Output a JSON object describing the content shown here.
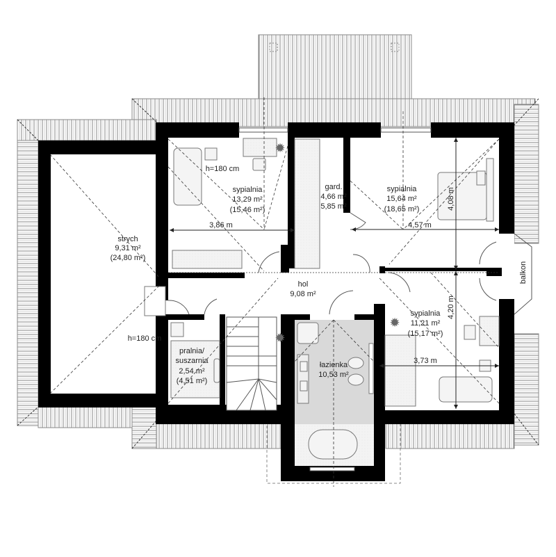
{
  "plan": {
    "title": "Floor plan - attic level",
    "colors": {
      "wall": "#000000",
      "roof_hatch": "#555555",
      "roof_hatch_light": "#c8c8c8",
      "bathroom_fill": "#d9d9d9",
      "furniture": "#f2f2f2",
      "dashed": "#333333"
    }
  },
  "rooms": {
    "strych": {
      "name": "strych",
      "area": "9,31 m²",
      "area_total": "(24,80 m²)",
      "note": "h=180 cm"
    },
    "sypialnia_nw": {
      "name": "sypialnia",
      "area": "13,29 m²",
      "area_total": "(15,46 m²)",
      "note": "h=180 cm",
      "width": "3,86 m"
    },
    "gard": {
      "name": "gard.",
      "area": "4,66 m²",
      "area_total": "5,85 m²"
    },
    "sypialnia_ne": {
      "name": "sypialnia",
      "area": "15,64 m²",
      "area_total": "(18,65 m²)",
      "width": "4,57 m",
      "depth": "4,08 m"
    },
    "hol": {
      "name": "hol",
      "area": "9,08 m²"
    },
    "sypialnia_se": {
      "name": "sypialnia",
      "area": "11,21 m²",
      "area_total": "(15,17 m²)",
      "width": "3,73 m",
      "depth": "4,20 m"
    },
    "pralnia": {
      "name1": "pralnia/",
      "name2": "suszarnia",
      "area": "2,54 m²",
      "area_total": "(4,51 m²)"
    },
    "lazienka": {
      "name": "łazienka",
      "area": "10,53 m²"
    },
    "balkon": {
      "name": "balkon"
    }
  }
}
